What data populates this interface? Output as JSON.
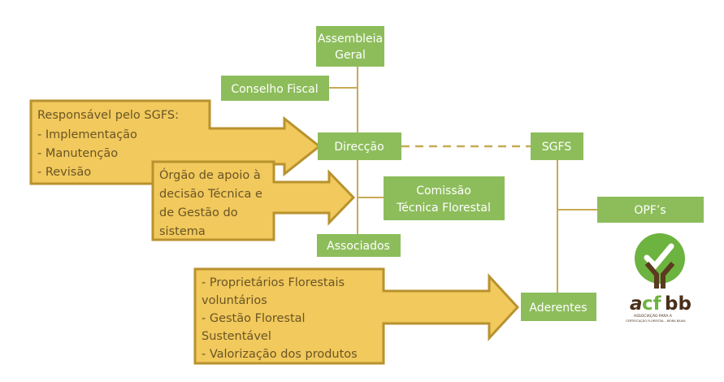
{
  "nodes": {
    "assembleia": [
      "Assembleia",
      "Geral"
    ],
    "conselho": "Conselho Fiscal",
    "direccao": "Direcção",
    "sgfs": "SGFS",
    "comissao": [
      "Comissão",
      "Técnica Florestal"
    ],
    "associados": "Associados",
    "opfs": "OPF’s",
    "aderentes": "Aderentes"
  },
  "callouts": {
    "sgfs_responsibility": [
      "Responsável pelo SGFS:",
      "- Implementação",
      "- Manutenção",
      "- Revisão"
    ],
    "technical_support": [
      "Órgão de apoio à",
      "decisão Técnica e",
      "de Gestão do",
      "sistema"
    ],
    "members": [
      "- Proprietários Florestais",
      "voluntários",
      "- Gestão Florestal",
      "Sustentável",
      "- Valorização dos produtos"
    ]
  },
  "logo": {
    "text": "acfbb",
    "subtitle": "ASSOCIAÇÃO PARA A CERTIFICAÇÃO FLORESTAL - BEIRA BAIXA"
  },
  "colors": {
    "green": "#8dbd5b",
    "yellow": "#f1c95c",
    "line": "#c8aa55",
    "text_dark": "#6a5526"
  }
}
